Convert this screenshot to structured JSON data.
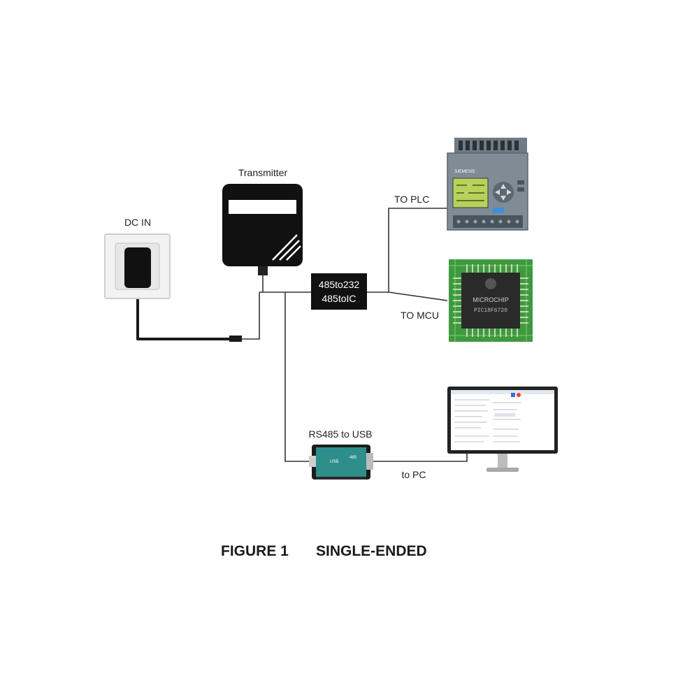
{
  "labels": {
    "transmitter": "Transmitter",
    "dc_in": "DC IN",
    "converter_line1": "485to232",
    "converter_line2": "485toIC",
    "to_plc": "TO PLC",
    "to_mcu": "TO MCU",
    "rs485_usb": "RS485 to USB",
    "to_pc": "to PC"
  },
  "device_text": {
    "plc_brand": "SIEMENS",
    "chip_brand": "MICROCHIP",
    "chip_part": "PIC18F6720",
    "usb_left": "USB",
    "usb_right": "485"
  },
  "caption": {
    "figure": "FIGURE 1",
    "title": "SINGLE-ENDED"
  }
}
